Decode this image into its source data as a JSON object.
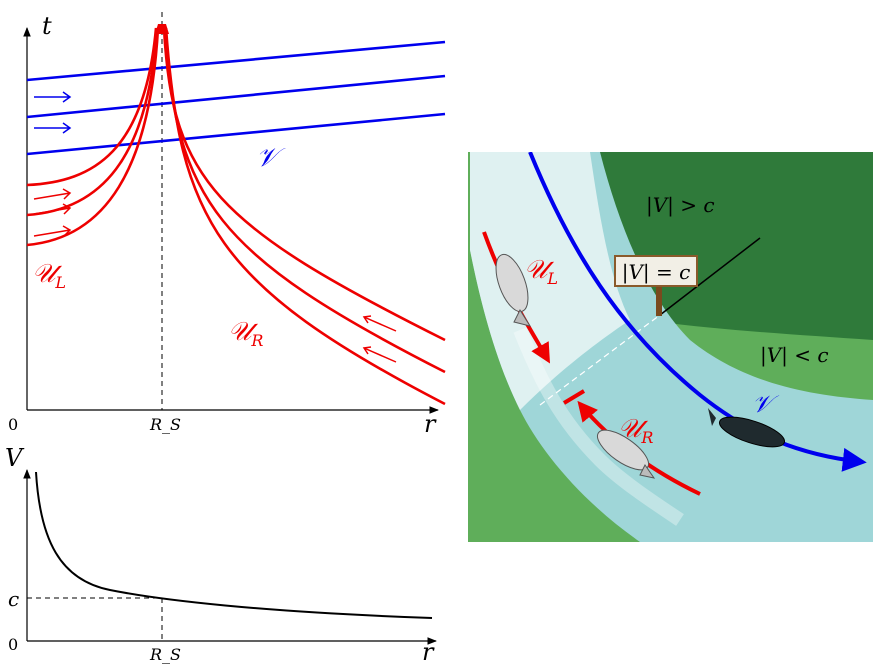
{
  "colors": {
    "v_curve": "#0000ee",
    "u_curve": "#ee0000",
    "axis": "#000000",
    "river_water": "#9fd6d8",
    "river_rapids": "#e6f4f4",
    "bank_light": "#5fae5a",
    "bank_dark": "#2f7a3a",
    "sign_board": "#f2efe6"
  },
  "top_plot": {
    "t_axis": "t",
    "r_axis": "r",
    "origin": "0",
    "rs_tick": "R_S",
    "v_label": "𝒱",
    "ul_label": "𝒰",
    "ul_sub": "L",
    "ur_label": "𝒰",
    "ur_sub": "R",
    "arrow_glyph": "→",
    "arrow_left_glyph": "←"
  },
  "bottom_plot": {
    "v_axis": "V",
    "r_axis": "r",
    "origin": "0",
    "c_tick": "c",
    "rs_tick": "R_S"
  },
  "river_illustration": {
    "region_fast": "|V| > c",
    "region_horizon": "|V| = c",
    "region_slow": "|V| < c",
    "v_label": "𝒱",
    "ul_label": "𝒰",
    "ul_sub": "L",
    "ur_label": "𝒰",
    "ur_sub": "R"
  }
}
